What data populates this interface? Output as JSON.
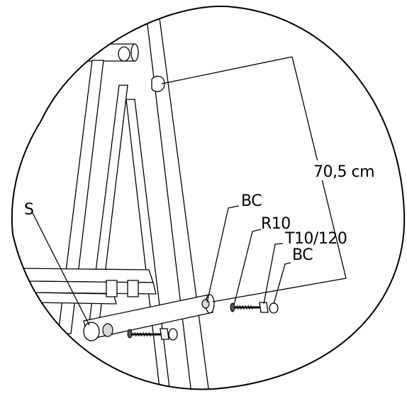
{
  "labels": {
    "dimension": "70,5 cm",
    "part_s": "S",
    "part_bc_upper": "BC",
    "part_r10": "R10",
    "part_t10": "T10/120",
    "part_bc_lower": "BC"
  }
}
